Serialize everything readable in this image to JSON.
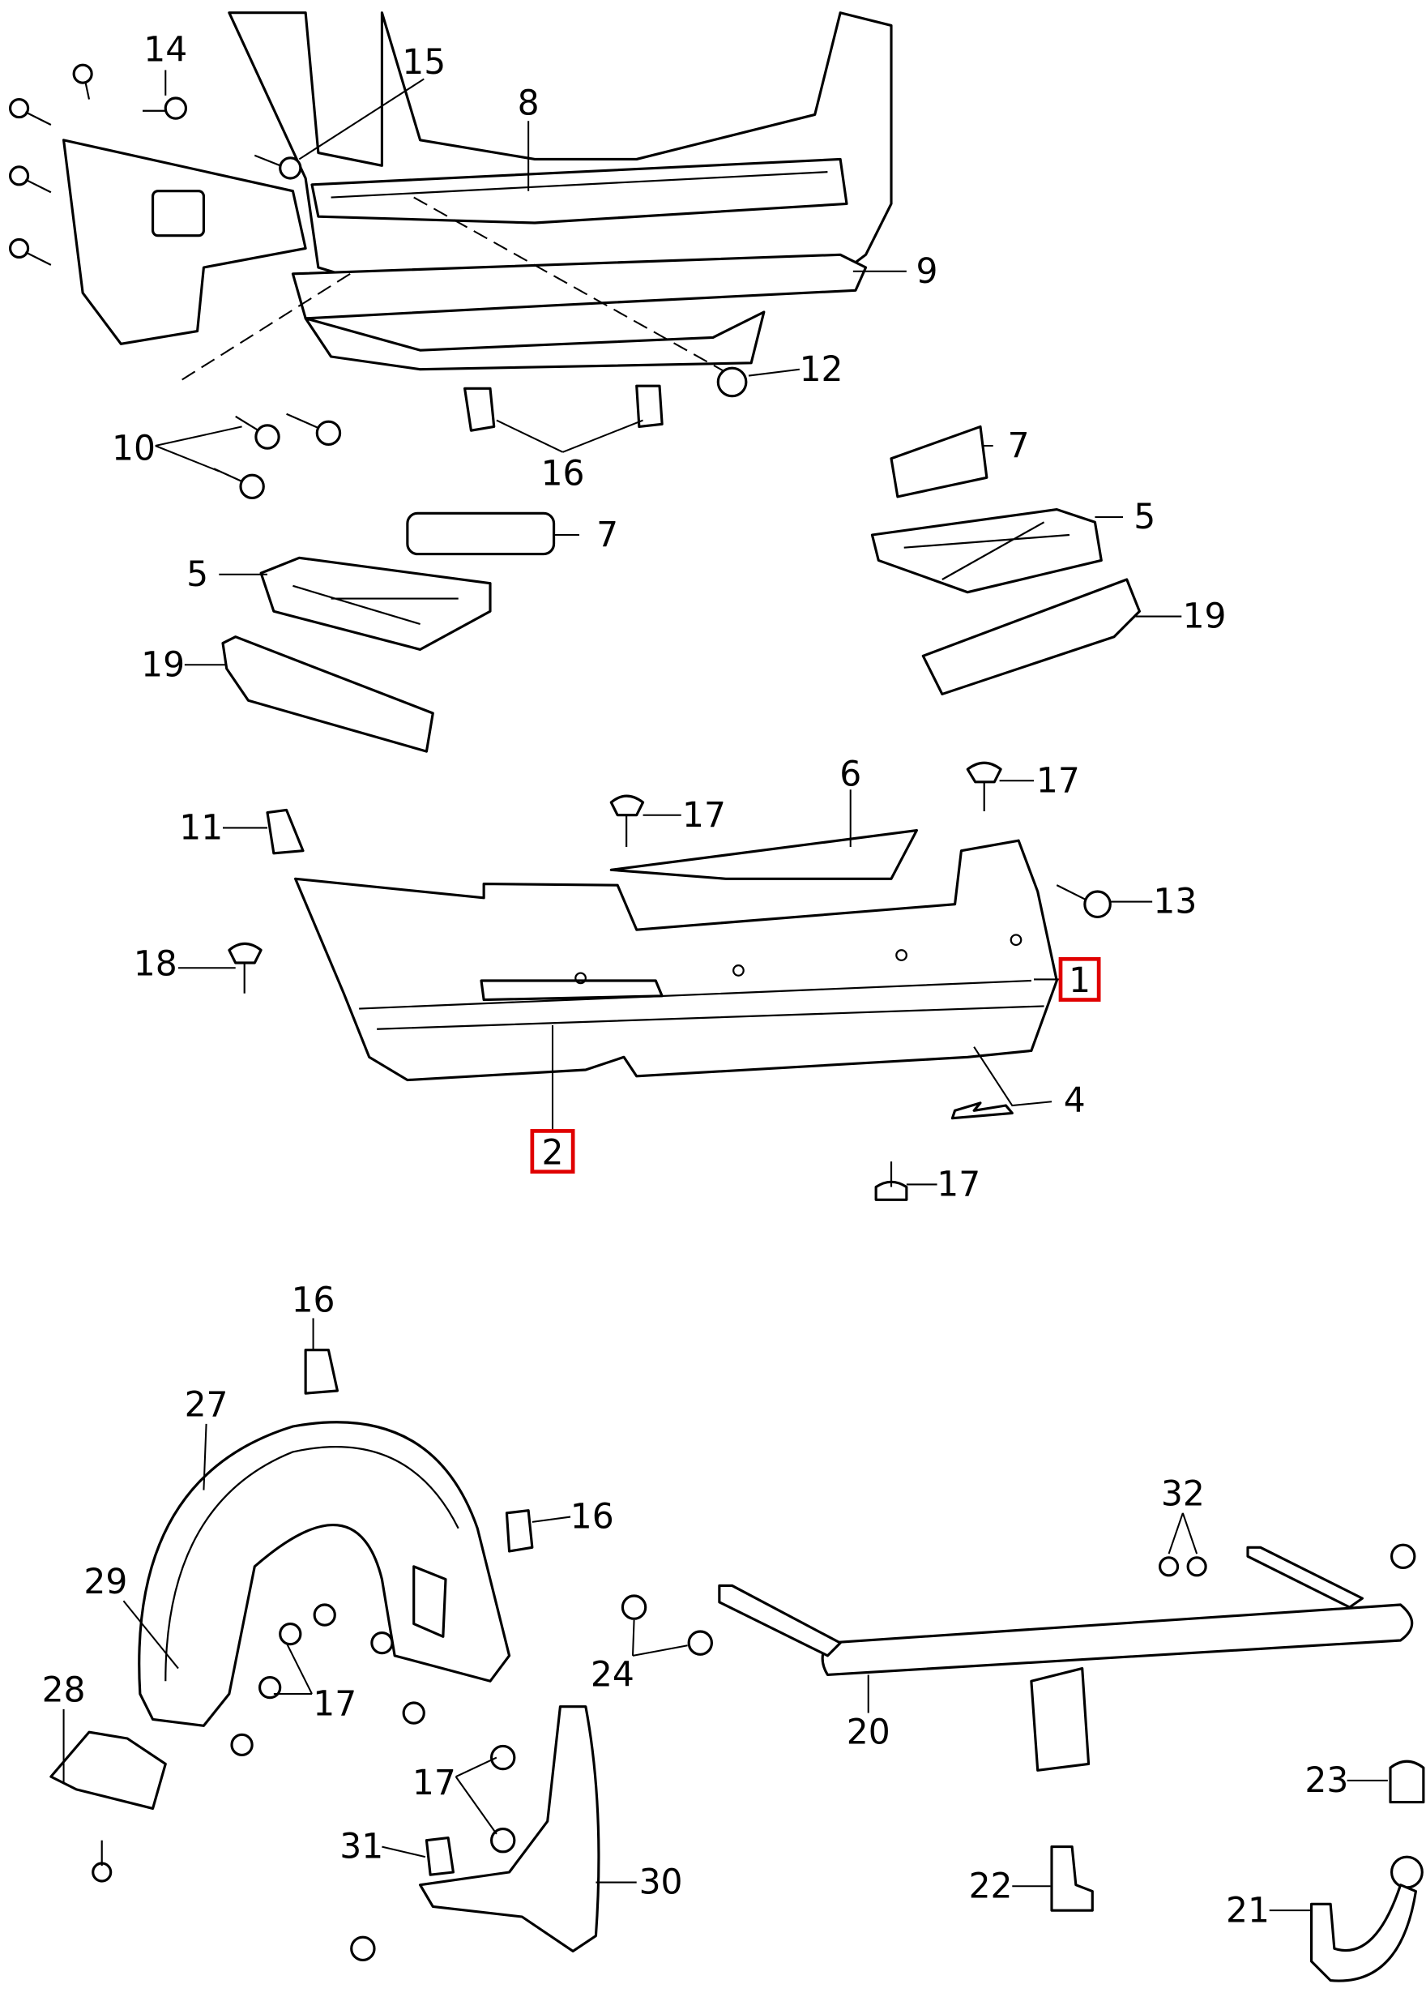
{
  "diagram": {
    "title": "Rear bumper exploded parts diagram",
    "highlight_color": "#e00000",
    "callouts": [
      {
        "id": "c14",
        "text": "14"
      },
      {
        "id": "c15",
        "text": "15"
      },
      {
        "id": "c8",
        "text": "8"
      },
      {
        "id": "c9",
        "text": "9"
      },
      {
        "id": "c12",
        "text": "12"
      },
      {
        "id": "c10",
        "text": "10"
      },
      {
        "id": "c16a",
        "text": "16"
      },
      {
        "id": "c7a",
        "text": "7"
      },
      {
        "id": "c5a",
        "text": "5"
      },
      {
        "id": "c19a",
        "text": "19"
      },
      {
        "id": "c7b",
        "text": "7"
      },
      {
        "id": "c5b",
        "text": "5"
      },
      {
        "id": "c19b",
        "text": "19"
      },
      {
        "id": "c6",
        "text": "6"
      },
      {
        "id": "c17a",
        "text": "17"
      },
      {
        "id": "c17b",
        "text": "17"
      },
      {
        "id": "c11",
        "text": "11"
      },
      {
        "id": "c13",
        "text": "13"
      },
      {
        "id": "c18",
        "text": "18"
      },
      {
        "id": "c1",
        "text": "1",
        "highlighted": true
      },
      {
        "id": "c2",
        "text": "2",
        "highlighted": true
      },
      {
        "id": "c4",
        "text": "4"
      },
      {
        "id": "c17c",
        "text": "17"
      },
      {
        "id": "c16b",
        "text": "16"
      },
      {
        "id": "c27",
        "text": "27"
      },
      {
        "id": "c16c",
        "text": "16"
      },
      {
        "id": "c32",
        "text": "32"
      },
      {
        "id": "c29",
        "text": "29"
      },
      {
        "id": "c24",
        "text": "24"
      },
      {
        "id": "c17d",
        "text": "17"
      },
      {
        "id": "c28",
        "text": "28"
      },
      {
        "id": "c20",
        "text": "20"
      },
      {
        "id": "c23",
        "text": "23"
      },
      {
        "id": "c17e",
        "text": "17"
      },
      {
        "id": "c31",
        "text": "31"
      },
      {
        "id": "c30",
        "text": "30"
      },
      {
        "id": "c22",
        "text": "22"
      },
      {
        "id": "c21",
        "text": "21"
      }
    ]
  }
}
